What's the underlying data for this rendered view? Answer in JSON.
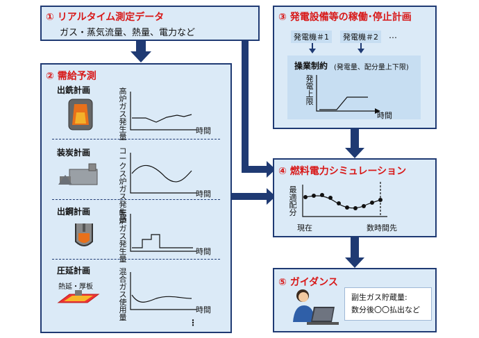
{
  "box1": {
    "title": "① リアルタイム測定データ",
    "text": "ガス・蒸気流量、熱量、電力など"
  },
  "box2": {
    "title": "② 需給予測",
    "sections": [
      {
        "name": "出銑計画",
        "ylabel": "高炉ガス発生量",
        "xlabel": "時間",
        "sub": ""
      },
      {
        "name": "装炭計画",
        "ylabel": "コークス炉ガス発生量",
        "xlabel": "時間",
        "sub": ""
      },
      {
        "name": "出鋼計画",
        "ylabel": "転炉ガス発生量",
        "xlabel": "時間",
        "sub": ""
      },
      {
        "name": "圧延計画",
        "ylabel": "混合ガス使用量",
        "xlabel": "時間",
        "sub": "熱延・厚板"
      }
    ],
    "more": "⋮"
  },
  "box3": {
    "title": "③ 発電設備等の稼働･停止計画",
    "gen1": "発電機＃1",
    "gen2": "発電機＃2",
    "more": "…",
    "constraint_title": "操業制約",
    "constraint_note": "(発電量、配分量上下限)",
    "ylabel": "発電上限",
    "xlabel": "時間"
  },
  "box4": {
    "title": "④ 燃料電力シミュレーション",
    "ylabel": "最適配分",
    "x_now": "現在",
    "x_future": "数時間先"
  },
  "box5": {
    "title": "⑤ ガイダンス",
    "line1": "副生ガス貯蔵量:",
    "line2": "数分後〇〇払出など"
  },
  "colors": {
    "frame": "#1f3a73",
    "panel": "#dbeaf7",
    "title": "#d81818",
    "arrow": "#1f3a73"
  }
}
